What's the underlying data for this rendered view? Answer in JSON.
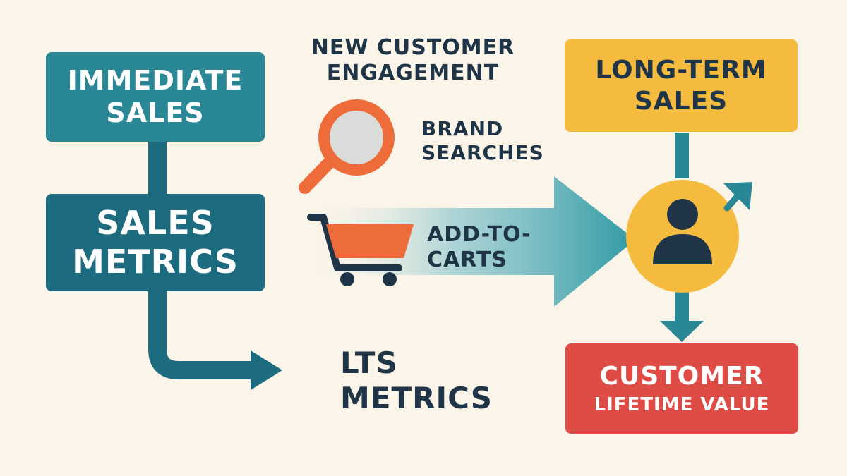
{
  "diagram": {
    "immediate_sales": "IMMEDIATE\nSALES",
    "sales_metrics": "SALES\nMETRICS",
    "new_customer_engagement": "NEW CUSTOMER\nENGAGEMENT",
    "brand_searches": "BRAND\nSEARCHES",
    "add_to_carts": "ADD-TO-\nCARTS",
    "lts_metrics": "LTS\nMETRICS",
    "long_term_sales": "LONG-TERM\nSALES",
    "customer_lifetime_value_line1": "CUSTOMER",
    "customer_lifetime_value_line2": "LIFETIME VALUE"
  },
  "colors": {
    "background": "#fbf4e9",
    "teal": "#2a8896",
    "dark_teal": "#1c6b7e",
    "navy": "#1f3547",
    "yellow": "#f5bb3e",
    "red": "#df4c45",
    "orange": "#ee6b3a"
  }
}
